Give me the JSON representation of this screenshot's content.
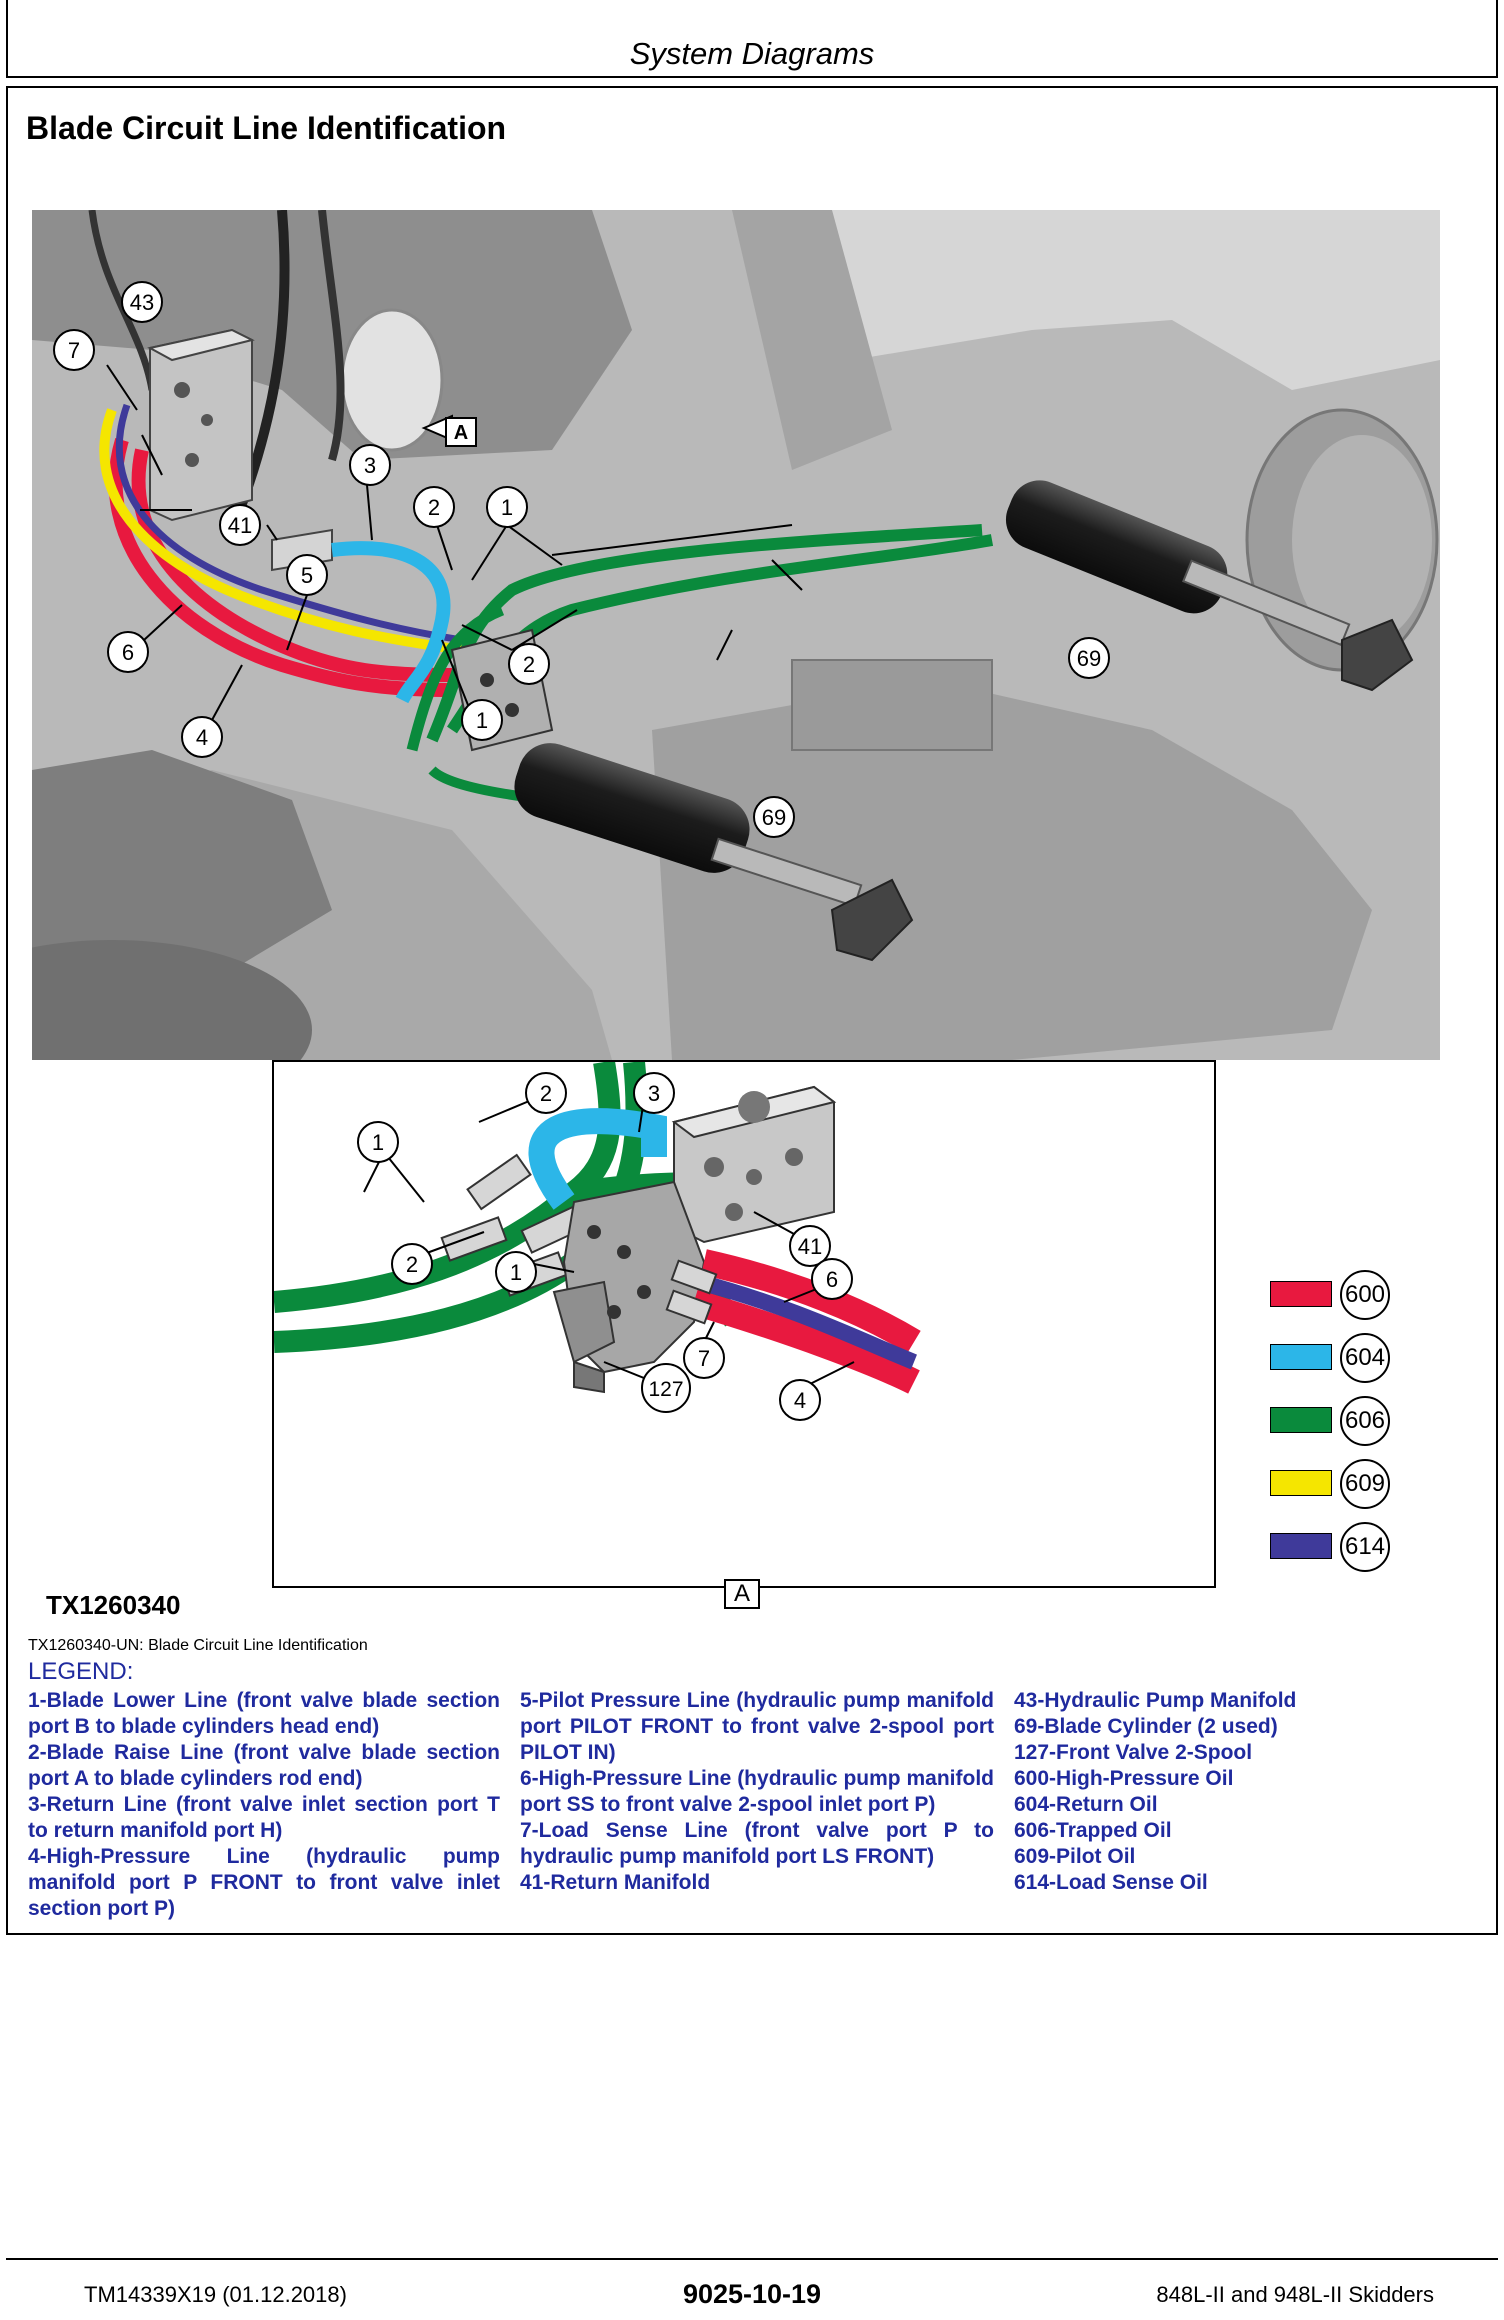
{
  "header": {
    "title": "System Diagrams"
  },
  "section": {
    "title": "Blade Circuit Line Identification"
  },
  "main_figure": {
    "callouts": [
      "43",
      "7",
      "41",
      "3",
      "2",
      "1",
      "5",
      "6",
      "4",
      "2",
      "1",
      "69",
      "69"
    ],
    "view_marker": "A"
  },
  "inset_figure": {
    "callouts": [
      "2",
      "3",
      "1",
      "41",
      "2",
      "1",
      "6",
      "7",
      "127",
      "4"
    ]
  },
  "figure_id": "TX1260340",
  "view_label": "A",
  "color_key": [
    {
      "code": "600",
      "color": "#e8193f"
    },
    {
      "code": "604",
      "color": "#2cb6e8"
    },
    {
      "code": "606",
      "color": "#0a8a3c"
    },
    {
      "code": "609",
      "color": "#f5e600"
    },
    {
      "code": "614",
      "color": "#3f3a9a"
    }
  ],
  "caption": "TX1260340-UN: Blade Circuit Line Identification",
  "legend": {
    "heading": "LEGEND:",
    "columns": [
      [
        "1-Blade Lower Line (front valve blade section port B to blade cylinders head end)",
        "2-Blade Raise Line (front valve blade section port A to blade cylinders rod end)",
        "3-Return Line (front valve inlet section port T to return manifold port H)",
        "4-High-Pressure Line (hydraulic pump manifold port P FRONT to front valve inlet section port P)"
      ],
      [
        "5-Pilot Pressure Line (hydraulic pump manifold port PILOT FRONT to front valve 2-spool port PILOT IN)",
        "6-High-Pressure Line (hydraulic pump manifold port SS to front valve 2-spool inlet port P)",
        "7-Load Sense Line (front valve port P to hydraulic pump manifold port LS FRONT)",
        "41-Return Manifold"
      ],
      [
        "43-Hydraulic Pump Manifold",
        "69-Blade Cylinder (2 used)",
        "127-Front Valve 2-Spool",
        "600-High-Pressure Oil",
        "604-Return Oil",
        "606-Trapped Oil",
        "609-Pilot Oil",
        "614-Load Sense Oil"
      ]
    ]
  },
  "footer": {
    "left": "TM14339X19 (01.12.2018)",
    "center": "9025-10-19",
    "right": "848L-II and 948L-II Skidders"
  }
}
